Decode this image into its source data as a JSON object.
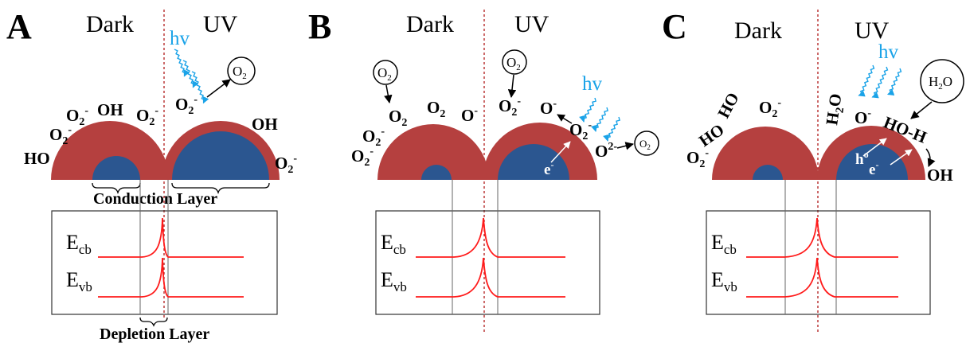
{
  "colors": {
    "grain": "#b5403f",
    "core": "#2b5690",
    "photon": "#1aa3e8",
    "band_line": "#ff1a1a",
    "divider": "#b01a1a"
  },
  "panels": [
    {
      "letter": "A",
      "dark_label": "Dark",
      "uv_label": "UV",
      "hv_label": "hv",
      "o2_circle": {
        "main": "O",
        "sub": "2"
      },
      "species": {
        "o2_top_left": {
          "main": "O",
          "sub": "2",
          "sup": "-"
        },
        "oh_top_left": "OH",
        "o2_top_mid": {
          "main": "O",
          "sub": "2",
          "sup": "-"
        },
        "o2_left": {
          "main": "O",
          "sub": "2",
          "sup": "-"
        },
        "ho_left": "HO",
        "o2_uv": {
          "main": "O",
          "sub": "2",
          "sup": "-"
        },
        "oh_right": "OH",
        "o2_right": {
          "main": "O",
          "sub": "2",
          "sup": "-"
        }
      },
      "conduction_layer": "Conduction Layer",
      "depletion_layer": "Depletion Layer",
      "band": {
        "cb": {
          "main": "E",
          "sub": "cb"
        },
        "vb": {
          "main": "E",
          "sub": "vb"
        }
      }
    },
    {
      "letter": "B",
      "dark_label": "Dark",
      "uv_label": "UV",
      "hv_label": "hv",
      "o2_circle_left": {
        "main": "O",
        "sub": "2"
      },
      "o2_circle_mid": {
        "main": "O",
        "sub": "2"
      },
      "o2_circle_right": {
        "main": "O",
        "sub": "2"
      },
      "species": {
        "o2_a": {
          "main": "O",
          "sub": "2"
        },
        "o2_b": {
          "main": "O",
          "sub": "2"
        },
        "o_minus": {
          "main": "O",
          "sup": "-"
        },
        "o2_left1": {
          "main": "O",
          "sub": "2",
          "sup": "-"
        },
        "o2_left2": {
          "main": "O",
          "sub": "2",
          "sup": "-"
        },
        "o2_uv": {
          "main": "O",
          "sub": "2",
          "sup": "-"
        },
        "o_minus_uv": {
          "main": "O",
          "sup": "-"
        },
        "o2_uv2": {
          "main": "O",
          "sub": "2",
          "sup": "-"
        },
        "o_2minus": {
          "main": "O",
          "sup": "2-"
        },
        "electron": {
          "main": "e",
          "sup": "-"
        }
      },
      "band": {
        "cb": {
          "main": "E",
          "sub": "cb"
        },
        "vb": {
          "main": "E",
          "sub": "vb"
        }
      }
    },
    {
      "letter": "C",
      "dark_label": "Dark",
      "uv_label": "UV",
      "hv_label": "hv",
      "h2o_circle": {
        "a": "H",
        "sub": "2",
        "b": "O"
      },
      "species": {
        "ho_1": "HO",
        "ho_2": "HO",
        "o2_top": {
          "main": "O",
          "sub": "2",
          "sup": "-"
        },
        "o2_left": {
          "main": "O",
          "sub": "2",
          "sup": "-"
        },
        "h2o_surface": {
          "a": "H",
          "sub": "2",
          "b": "O"
        },
        "o_minus": {
          "main": "O",
          "sup": "-"
        },
        "ho_h": "HO-H",
        "hole": {
          "main": "h",
          "sup": "o"
        },
        "electron": {
          "main": "e",
          "sup": "-"
        },
        "oh_out": "OH"
      },
      "band": {
        "cb": {
          "main": "E",
          "sub": "cb"
        },
        "vb": {
          "main": "E",
          "sub": "vb"
        }
      }
    }
  ]
}
